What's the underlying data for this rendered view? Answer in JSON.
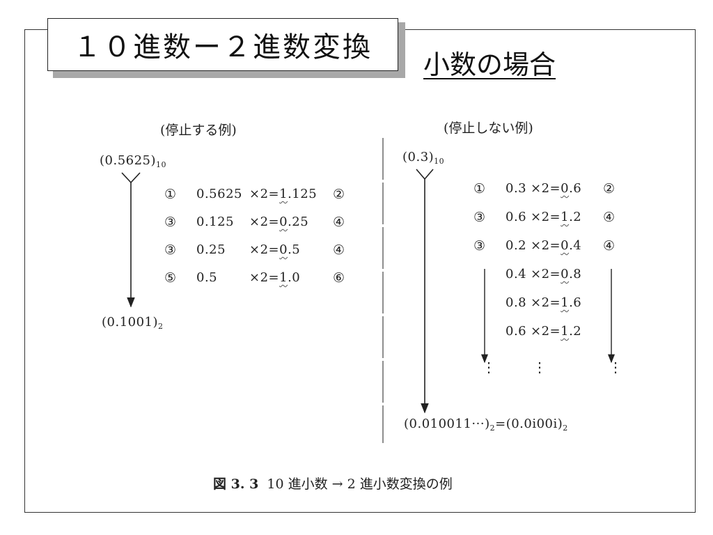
{
  "slide": {
    "title": "１０進数ー２進数変換",
    "subtitle": "小数の場合"
  },
  "left": {
    "label": "(停止する例)",
    "input": {
      "value": "(0.5625)",
      "base": "10"
    },
    "output": {
      "value": "(0.1001)",
      "base": "2"
    },
    "rows": [
      {
        "mark_left": "①",
        "operand": "0.5625",
        "op": "×2=",
        "digit": "1",
        "rest": ".125",
        "mark_right": "②"
      },
      {
        "mark_left": "③",
        "operand": "0.125",
        "op": "×2=",
        "digit": "0",
        "rest": ".25",
        "mark_right": "④"
      },
      {
        "mark_left": "③",
        "operand": "0.25",
        "op": "×2=",
        "digit": "0",
        "rest": ".5",
        "mark_right": "④"
      },
      {
        "mark_left": "⑤",
        "operand": "0.5",
        "op": "×2=",
        "digit": "1",
        "rest": ".0",
        "mark_right": "⑥"
      }
    ]
  },
  "right": {
    "label": "(停止しない例)",
    "input": {
      "value": "(0.3)",
      "base": "10"
    },
    "rows": [
      {
        "mark_left": "①",
        "operand": "0.3",
        "op": "×2=",
        "digit": "0",
        "rest": ".6",
        "mark_right": "②"
      },
      {
        "mark_left": "③",
        "operand": "0.6",
        "op": "×2=",
        "digit": "1",
        "rest": ".2",
        "mark_right": "④"
      },
      {
        "mark_left": "③",
        "operand": "0.2",
        "op": "×2=",
        "digit": "0",
        "rest": ".4",
        "mark_right": "④"
      },
      {
        "mark_left": "",
        "operand": "0.4",
        "op": "×2=",
        "digit": "0",
        "rest": ".8",
        "mark_right": ""
      },
      {
        "mark_left": "",
        "operand": "0.8",
        "op": "×2=",
        "digit": "1",
        "rest": ".6",
        "mark_right": ""
      },
      {
        "mark_left": "",
        "operand": "0.6",
        "op": "×2=",
        "digit": "1",
        "rest": ".2",
        "mark_right": ""
      }
    ],
    "ellipsis": "⋮",
    "output": {
      "value": "(0.010011···)",
      "base": "2",
      "equals": "=",
      "repeat_value": "(0.0i00i)",
      "repeat_base": "2"
    }
  },
  "caption": {
    "figure": "図 3. 3",
    "text": "10 進小数 → 2 進小数変換の例"
  }
}
